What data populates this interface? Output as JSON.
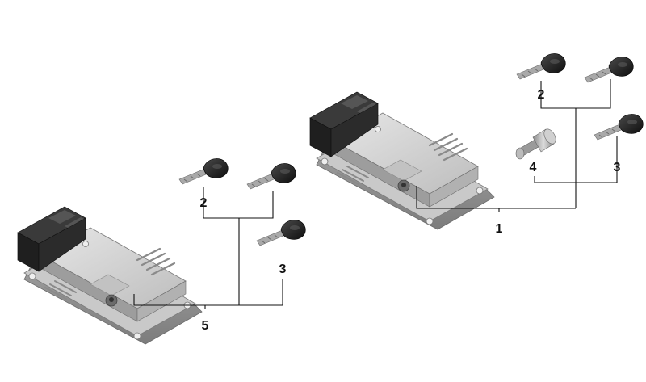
{
  "diagram": {
    "callouts": {
      "c1": "1",
      "c2a": "2",
      "c3a": "3",
      "c4": "4",
      "c2b": "2",
      "c3b": "3",
      "c5": "5"
    },
    "colors": {
      "housing_light": "#d4d4d4",
      "housing_mid": "#b8b8b8",
      "housing_dark": "#8c8c8c",
      "connector": "#2a2a2a",
      "key_head": "#1e1e1e",
      "key_blade": "#a9a9a9",
      "line": "#111111"
    },
    "icons": [
      "ecu-module-icon",
      "key-icon",
      "lock-cylinder-icon"
    ]
  }
}
